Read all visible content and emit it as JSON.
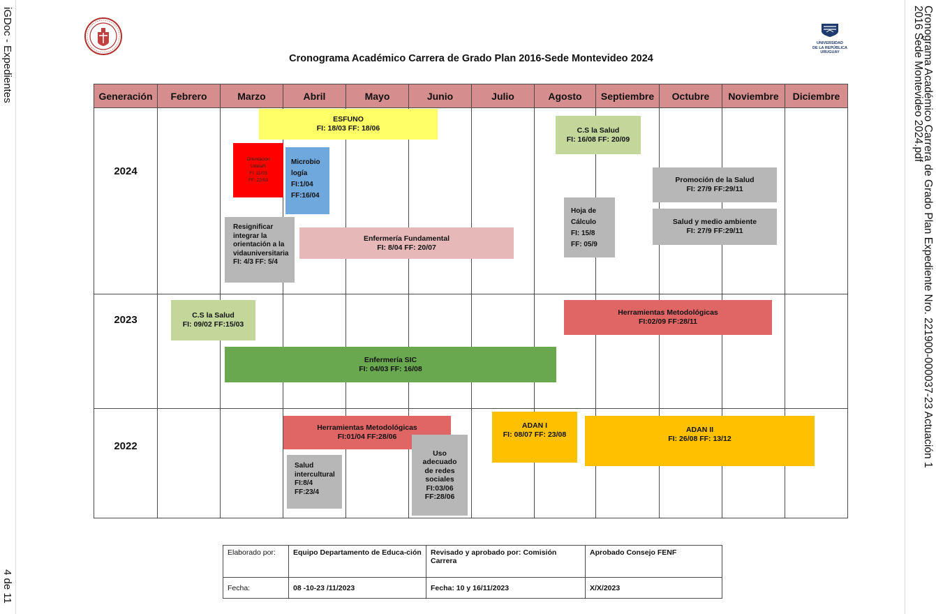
{
  "margin_left": {
    "app_label": "iGDoc - Expedientes",
    "page_counter": "4 de 11"
  },
  "margin_right": {
    "line1": "Cronograma Académico Carrera de Grado Plan     Expediente Nro. 221900-000037-23 Actuación 1",
    "line2": "2016 Sede Montevideo 2024.pdf"
  },
  "logos": {
    "left_name": "Facultad de Enfermería seal",
    "right_lines": [
      "UNIVERSIDAD",
      "DE LA REPÚBLICA",
      "URUGUAY"
    ]
  },
  "title": "Cronograma Académico Carrera de Grado Plan 2016-Sede Montevideo 2024",
  "table": {
    "headers": [
      "Generación",
      "Febrero",
      "Marzo",
      "Abril",
      "Mayo",
      "Junio",
      "Julio",
      "Agosto",
      "Septiembre",
      "Octubre",
      "Noviembre",
      "Diciembre"
    ],
    "rows": [
      {
        "year": "2024"
      },
      {
        "year": "2023"
      },
      {
        "year": "2022"
      }
    ]
  },
  "bars": {
    "esfuno": {
      "lines": [
        "ESFUNO",
        "FI: 18/03  FF: 18/06"
      ],
      "color": "#ffff66"
    },
    "orientacion": {
      "lines": [
        "Orientación",
        "UdelaR",
        "FI: 11/03",
        "FF: 22/03"
      ],
      "color": "#ff0000"
    },
    "microbiologia": {
      "lines": [
        "Microbio",
        "logía",
        "FI:1/04",
        "FF:16/04"
      ],
      "color": "#6fa8dc"
    },
    "resignificar": {
      "lines": [
        "Resignificar",
        "integrar la",
        "orientación a la",
        "vidauniversitaria",
        "FI: 4/3    FF: 5/4"
      ],
      "color": "#b7b7b7"
    },
    "enf_fundamental": {
      "lines": [
        "Enfermería Fundamental",
        "FI: 8/04 FF: 20/07"
      ],
      "color": "#e6b8b7"
    },
    "cs_salud_2024": {
      "lines": [
        "C.S  la Salud",
        "FI: 16/08  FF: 20/09"
      ],
      "color": "#c4d79b"
    },
    "hoja_calculo": {
      "lines": [
        "Hoja de",
        "Cálculo",
        "FI: 15/8",
        "FF: 05/9"
      ],
      "color": "#b7b7b7"
    },
    "promocion": {
      "lines": [
        "Promoción de la Salud",
        "FI: 27/9    FF:29/11"
      ],
      "color": "#b7b7b7"
    },
    "salud_ambiente": {
      "lines": [
        "Salud y medio ambiente",
        "FI: 27/9    FF:29/11"
      ],
      "color": "#b7b7b7"
    },
    "cs_salud_2023": {
      "lines": [
        "C.S  la Salud",
        "FI: 09/02  FF:15/03"
      ],
      "color": "#c4d79b"
    },
    "herr_met_2023": {
      "lines": [
        "Herramientas Metodológicas",
        "FI:02/09      FF:28/11"
      ],
      "color": "#e06666"
    },
    "enf_sic": {
      "lines": [
        "Enfermería SIC",
        "FI: 04/03 FF: 16/08"
      ],
      "color": "#6aa84f"
    },
    "herr_met_2022": {
      "lines": [
        "Herramientas Metodológicas",
        "FI:01/04      FF:28/06"
      ],
      "color": "#e06666"
    },
    "salud_intercultural": {
      "lines": [
        "Salud",
        "intercultural",
        "FI:8/4",
        "FF:23/4"
      ],
      "color": "#b7b7b7"
    },
    "uso_redes": {
      "lines": [
        "Uso",
        "adecuado",
        "de redes",
        "sociales",
        "FI:03/06",
        "FF:28/06"
      ],
      "color": "#b7b7b7"
    },
    "adan_1": {
      "lines": [
        "ADAN I",
        "FI: 08/07 FF: 23/08"
      ],
      "color": "#ffc000"
    },
    "adan_2": {
      "lines": [
        "ADAN II",
        "FI: 26/08 FF: 13/12"
      ],
      "color": "#ffc000"
    }
  },
  "footer": {
    "elaborado_label": "Elaborado por:",
    "elaborado_value": "Equipo Departamento de Educa-ción",
    "revisado": "Revisado y aprobado por: Comisión Carrera",
    "aprobado": "Aprobado Consejo FENF",
    "fecha_label": "Fecha:",
    "fecha_elaborado": "08 -10-23 /11/2023",
    "fecha_revisado": "Fecha: 10 y 16/11/2023",
    "fecha_aprobado": "X/X/2023"
  }
}
